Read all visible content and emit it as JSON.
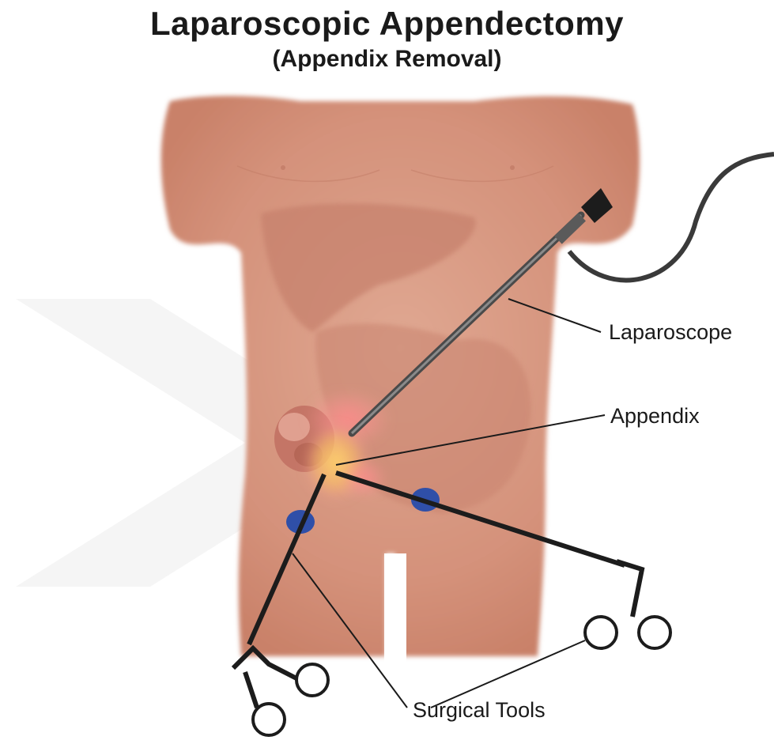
{
  "title": "Laparoscopic Appendectomy",
  "subtitle": "(Appendix Removal)",
  "labels": {
    "laparoscope": "Laparoscope",
    "appendix": "Appendix",
    "surgical_tools": "Surgical Tools"
  },
  "colors": {
    "skin": "#d89a83",
    "skin_dark": "#c27c66",
    "organ": "#c98470",
    "appendix_glow": "#f6c46a",
    "inflammation": "#f79a9a",
    "trocar_blue": "#2f4fa8",
    "instrument": "#1c1c1c",
    "watermark": "#ececec"
  }
}
